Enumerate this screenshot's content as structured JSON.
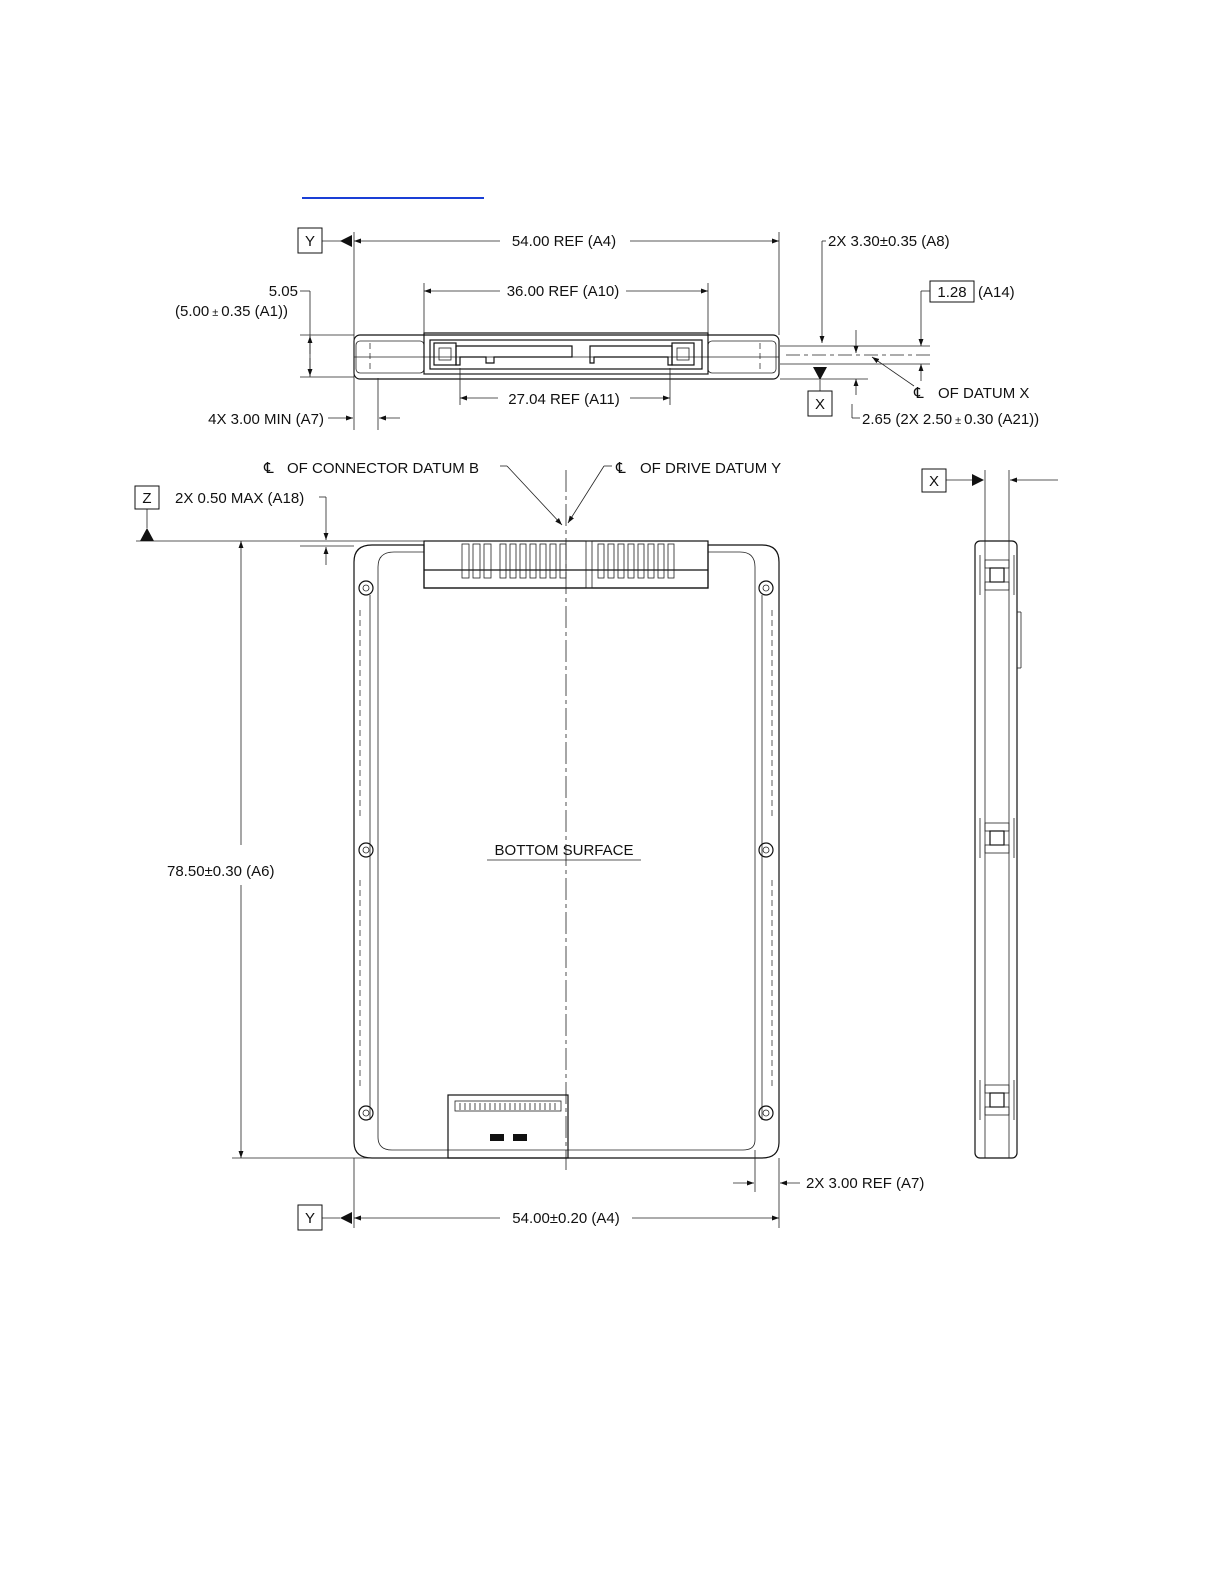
{
  "labels": {
    "dim_54_ref": "54.00 REF (A4)",
    "dim_8": "2X 3.30±0.35 (A8)",
    "dim_36": "36.00 REF (A10)",
    "dim_505": "5.05",
    "dim_500": "(5.00",
    "dim_500_tol": "±",
    "dim_500_end": "0.35 (A1))",
    "dim_128_box": "1.28",
    "dim_128_tag": "(A14)",
    "dim_2704": "27.04 REF (A11)",
    "datum_x_cl": "OF DATUM X",
    "dim_300min": "4X 3.00 MIN (A7)",
    "dim_265": "2.65 (2X 2.50",
    "dim_265_tol": "±",
    "dim_265_end": "0.30 (A21))",
    "cl_connector": "OF CONNECTOR DATUM B",
    "cl_drive": "OF DRIVE DATUM Y",
    "dim_050": "2X 0.50 MAX (A18)",
    "dim_7850": "78.50±0.30 (A6)",
    "bottom_surface": "BOTTOM SURFACE",
    "dim_300ref": "2X 3.00 REF (A7)",
    "dim_5400": "54.00±0.20 (A4)",
    "cl_symbol": "℄"
  },
  "datums": {
    "y_top": "Y",
    "x_top": "X",
    "z_left": "Z",
    "x_side": "X",
    "y_bottom": "Y"
  },
  "colors": {
    "line": "#111111",
    "link": "#1a3fd6",
    "background": "#ffffff"
  }
}
